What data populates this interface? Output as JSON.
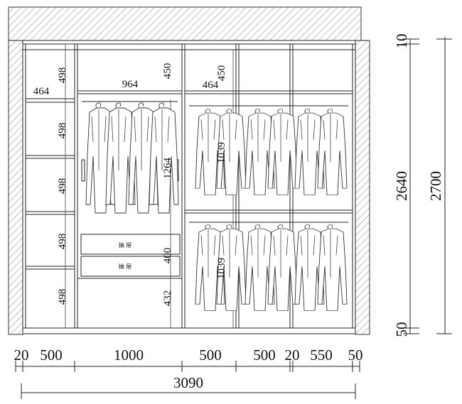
{
  "drawing": {
    "type": "wardrobe elevation",
    "units": "mm",
    "colors": {
      "line": "#222222",
      "background": "#ffffff",
      "hatch": "#555555"
    }
  },
  "labels": {
    "shelf_498_1": "498",
    "shelf_464_1": "464",
    "shelf_498_2": "498",
    "shelf_498_3": "498",
    "shelf_498_4": "498",
    "shelf_498_5": "498",
    "top_450_a": "450",
    "width_964": "964",
    "hang_1264": "1264",
    "drawer_400": "400",
    "bottom_432": "432",
    "top_450_b": "450",
    "width_464_b": "464",
    "hang_1039_top": "1039",
    "hang_1039_bottom": "1039",
    "drawer_1": "抽 屉",
    "drawer_2": "抽 屉"
  },
  "dimensions": {
    "bottom": [
      "20",
      "500",
      "1000",
      "500",
      "500",
      "20",
      "550",
      "50"
    ],
    "total_width": "3090",
    "right": {
      "top": "10",
      "inner_height": "2640",
      "bottom": "50",
      "total_height": "2700"
    }
  }
}
